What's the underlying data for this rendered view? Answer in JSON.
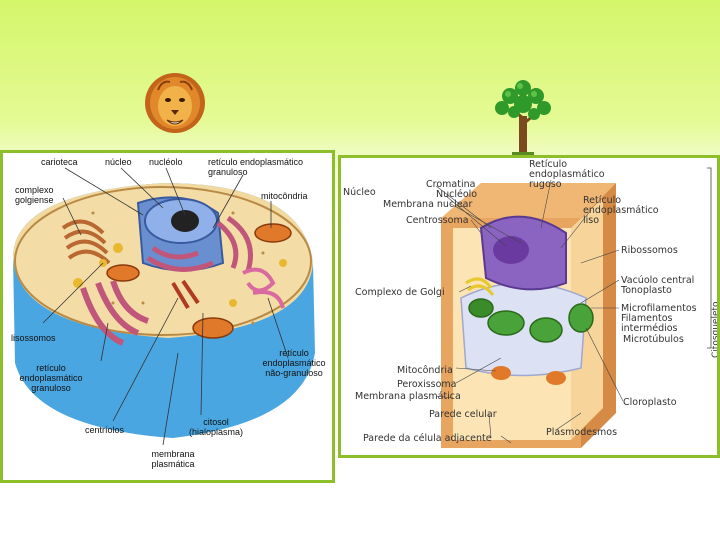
{
  "slide": {
    "background_color": "#d4f66a",
    "icons": {
      "left": "lion-icon",
      "right": "tree-icon"
    }
  },
  "animal_cell": {
    "labels": {
      "carioteca": "carioteca",
      "nucleo": "núcleo",
      "nucleolo": "nucléolo",
      "reticulo_granuloso_top": "retículo endoplasmático granuloso",
      "complexo_golgiense": "complexo golgiense",
      "mitocondria": "mitocôndria",
      "lisossomos": "lisossomos",
      "reticulo_granuloso_bottom": "retículo endoplasmático granuloso",
      "reticulo_nao_granuloso": "retículo endoplasmático não-granuloso",
      "centriolos": "centríolos",
      "citosol": "citosol (hialoplasma)",
      "membrana": "membrana plasmática"
    }
  },
  "plant_cell": {
    "labels": {
      "reticulo_rugoso": "Retículo endoplasmático rugoso",
      "nucleo": "Núcleo",
      "cromatina": "Cromatina",
      "nucleolo": "Nucléolo",
      "membrana_nuclear": "Membrana nuclear",
      "reticulo_liso": "Retículo endoplasmático liso",
      "centrossoma": "Centrossoma",
      "ribossomos": "Ribossomos",
      "vacuolo": "Vacúolo central",
      "tonoplasto": "Tonoplasto",
      "golgi": "Complexo de Golgi",
      "microfilamentos": "Microfilamentos",
      "filamentos": "Filamentos intermédios",
      "microtubulos": "Microtúbulos",
      "citosqueleto": "Citosqueleto",
      "mitocondria": "Mitocôndria",
      "peroxissoma": "Peroxissoma",
      "membrana": "Membrana plasmática",
      "parede": "Parede celular",
      "cloroplasto": "Cloroplasto",
      "plasmodesmos": "Plasmodesmos",
      "parede_adjacente": "Parede da célula adjacente"
    }
  }
}
